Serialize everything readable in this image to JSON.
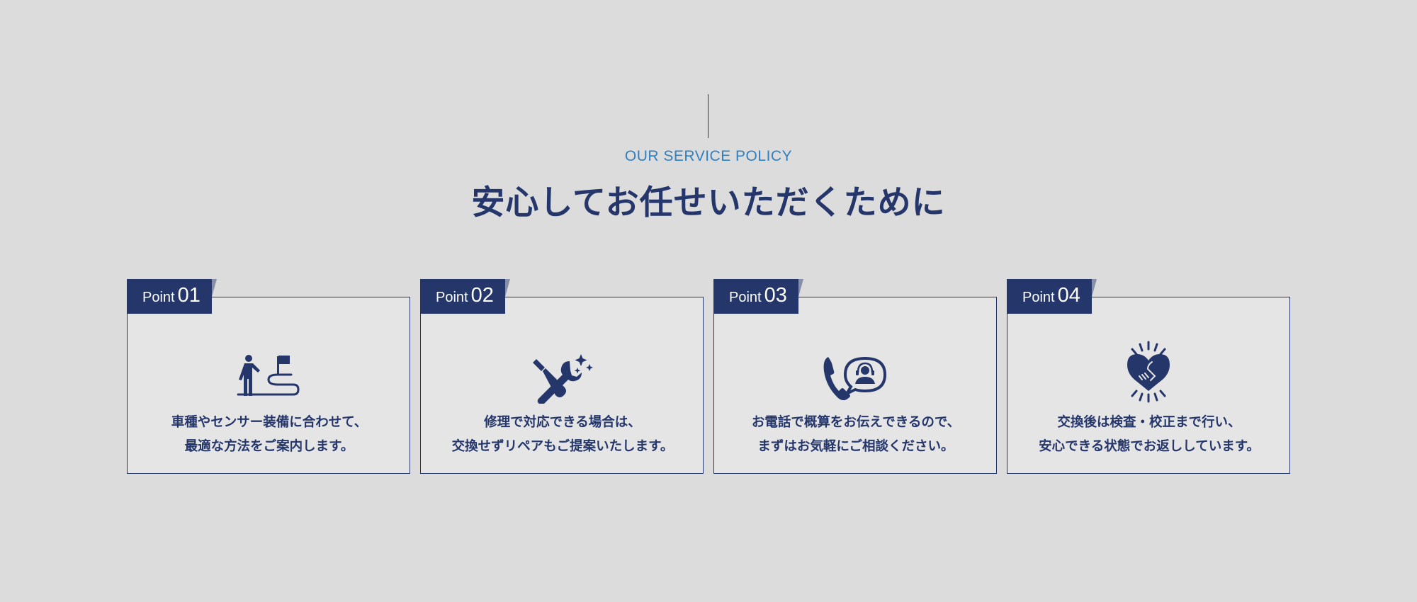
{
  "header": {
    "eyebrow": "OUR SERVICE POLICY",
    "title": "安心してお任せいただくために"
  },
  "colors": {
    "background": "#dcdcdc",
    "card_background": "#e5e5e5",
    "navy": "#25366b",
    "accent_blue": "#2f7fc1",
    "fold": "#8890a8"
  },
  "points": [
    {
      "label": "Point",
      "number": "01",
      "icon": "person-path-to-flag-icon",
      "lines": [
        "車種やセンサー装備に合わせて、",
        "最適な方法をご案内します。"
      ]
    },
    {
      "label": "Point",
      "number": "02",
      "icon": "tools-sparkle-icon",
      "lines": [
        "修理で対応できる場合は、",
        "交換せずリペアもご提案いたします。"
      ]
    },
    {
      "label": "Point",
      "number": "03",
      "icon": "phone-support-icon",
      "lines": [
        "お電話で概算をお伝えできるので、",
        "まずはお気軽にご相談ください。"
      ]
    },
    {
      "label": "Point",
      "number": "04",
      "icon": "heart-handshake-icon",
      "lines": [
        "交換後は検査・校正まで行い、",
        "安心できる状態でお返ししています。"
      ]
    }
  ]
}
